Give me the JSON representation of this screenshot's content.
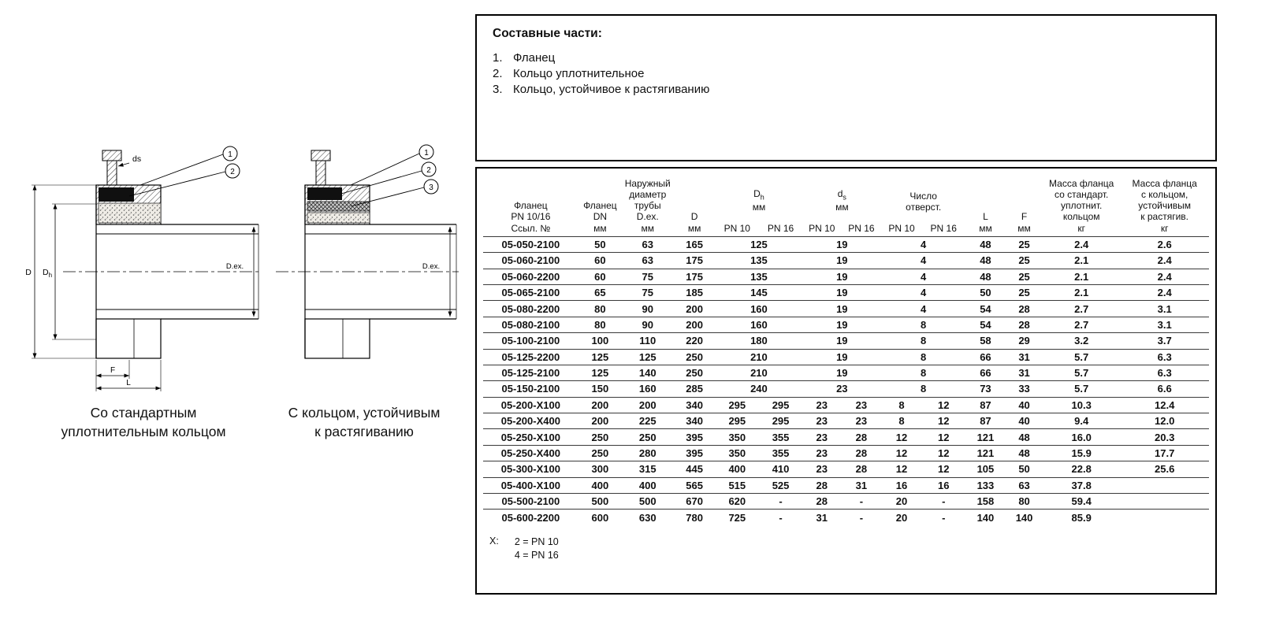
{
  "drawings": {
    "standard": {
      "caption": "Со стандартным\nуплотнительным кольцом",
      "labels": {
        "d": "D",
        "dh_main": "D",
        "dh_sub": "h",
        "ds": "ds",
        "f": "F",
        "l": "L",
        "dex": "D.ex."
      },
      "callouts": [
        "1",
        "2"
      ]
    },
    "tension": {
      "caption": "С кольцом, устойчивым\nк растягиванию",
      "labels": {
        "dex": "D.ex."
      },
      "callouts": [
        "1",
        "2",
        "3"
      ]
    }
  },
  "parts": {
    "title": "Составные части:",
    "items": [
      {
        "num": "1.",
        "text": "Фланец"
      },
      {
        "num": "2.",
        "text": "Кольцо уплотнительное"
      },
      {
        "num": "3.",
        "text": "Кольцо, устойчивое к растягиванию"
      }
    ]
  },
  "table": {
    "header": {
      "ref": "Фланец\nPN 10/16\nСсыл. №",
      "dn": "Фланец\nDN\nмм",
      "dex": "Наружный\nдиаметр\nтрубы\nD.ex.\nмм",
      "d": "D\nмм",
      "dh_main": "D",
      "dh_sub": "h",
      "dh_unit": "мм",
      "ds_main": "d",
      "ds_sub": "s",
      "ds_unit": "мм",
      "holes": "Число\nотверст.",
      "l": "L\nмм",
      "f": "F\nмм",
      "m1": "Масса фланца\nсо стандарт.\nуплотнит.\nкольцом\nкг",
      "m2": "Масса фланца\nс кольцом,\nустойчивым\nк растягив.\nкг",
      "pn10": "PN 10",
      "pn16": "PN 16"
    },
    "rows": [
      [
        "05-050-2100",
        "50",
        "63",
        "165",
        {
          "v": "125",
          "c": 2
        },
        {
          "v": "19",
          "c": 2
        },
        {
          "v": "4",
          "c": 2
        },
        "48",
        "25",
        "2.4",
        "2.6"
      ],
      [
        "05-060-2100",
        "60",
        "63",
        "175",
        {
          "v": "135",
          "c": 2
        },
        {
          "v": "19",
          "c": 2
        },
        {
          "v": "4",
          "c": 2
        },
        "48",
        "25",
        "2.1",
        "2.4"
      ],
      [
        "05-060-2200",
        "60",
        "75",
        "175",
        {
          "v": "135",
          "c": 2
        },
        {
          "v": "19",
          "c": 2
        },
        {
          "v": "4",
          "c": 2
        },
        "48",
        "25",
        "2.1",
        "2.4"
      ],
      [
        "05-065-2100",
        "65",
        "75",
        "185",
        {
          "v": "145",
          "c": 2
        },
        {
          "v": "19",
          "c": 2
        },
        {
          "v": "4",
          "c": 2
        },
        "50",
        "25",
        "2.1",
        "2.4"
      ],
      [
        "05-080-2200",
        "80",
        "90",
        "200",
        {
          "v": "160",
          "c": 2
        },
        {
          "v": "19",
          "c": 2
        },
        {
          "v": "4",
          "c": 2
        },
        "54",
        "28",
        "2.7",
        "3.1"
      ],
      [
        "05-080-2100",
        "80",
        "90",
        "200",
        {
          "v": "160",
          "c": 2
        },
        {
          "v": "19",
          "c": 2
        },
        {
          "v": "8",
          "c": 2
        },
        "54",
        "28",
        "2.7",
        "3.1"
      ],
      [
        "05-100-2100",
        "100",
        "110",
        "220",
        {
          "v": "180",
          "c": 2
        },
        {
          "v": "19",
          "c": 2
        },
        {
          "v": "8",
          "c": 2
        },
        "58",
        "29",
        "3.2",
        "3.7"
      ],
      [
        "05-125-2200",
        "125",
        "125",
        "250",
        {
          "v": "210",
          "c": 2
        },
        {
          "v": "19",
          "c": 2
        },
        {
          "v": "8",
          "c": 2
        },
        "66",
        "31",
        "5.7",
        "6.3"
      ],
      [
        "05-125-2100",
        "125",
        "140",
        "250",
        {
          "v": "210",
          "c": 2
        },
        {
          "v": "19",
          "c": 2
        },
        {
          "v": "8",
          "c": 2
        },
        "66",
        "31",
        "5.7",
        "6.3"
      ],
      [
        "05-150-2100",
        "150",
        "160",
        "285",
        {
          "v": "240",
          "c": 2
        },
        {
          "v": "23",
          "c": 2
        },
        {
          "v": "8",
          "c": 2
        },
        "73",
        "33",
        "5.7",
        "6.6"
      ],
      [
        "05-200-X100",
        "200",
        "200",
        "340",
        "295",
        "295",
        "23",
        "23",
        "8",
        "12",
        "87",
        "40",
        "10.3",
        "12.4"
      ],
      [
        "05-200-X400",
        "200",
        "225",
        "340",
        "295",
        "295",
        "23",
        "23",
        "8",
        "12",
        "87",
        "40",
        "9.4",
        "12.0"
      ],
      [
        "05-250-X100",
        "250",
        "250",
        "395",
        "350",
        "355",
        "23",
        "28",
        "12",
        "12",
        "121",
        "48",
        "16.0",
        "20.3"
      ],
      [
        "05-250-X400",
        "250",
        "280",
        "395",
        "350",
        "355",
        "23",
        "28",
        "12",
        "12",
        "121",
        "48",
        "15.9",
        "17.7"
      ],
      [
        "05-300-X100",
        "300",
        "315",
        "445",
        "400",
        "410",
        "23",
        "28",
        "12",
        "12",
        "105",
        "50",
        "22.8",
        "25.6"
      ],
      [
        "05-400-X100",
        "400",
        "400",
        "565",
        "515",
        "525",
        "28",
        "31",
        "16",
        "16",
        "133",
        "63",
        "37.8",
        ""
      ],
      [
        "05-500-2100",
        "500",
        "500",
        "670",
        "620",
        "-",
        "28",
        "-",
        "20",
        "-",
        "158",
        "80",
        "59.4",
        ""
      ],
      [
        "05-600-2200",
        "600",
        "630",
        "780",
        "725",
        "-",
        "31",
        "-",
        "20",
        "-",
        "140",
        "140",
        "85.9",
        ""
      ]
    ],
    "note_label": "X:",
    "note_lines": "2 = PN 10\n4 = PN 16"
  }
}
